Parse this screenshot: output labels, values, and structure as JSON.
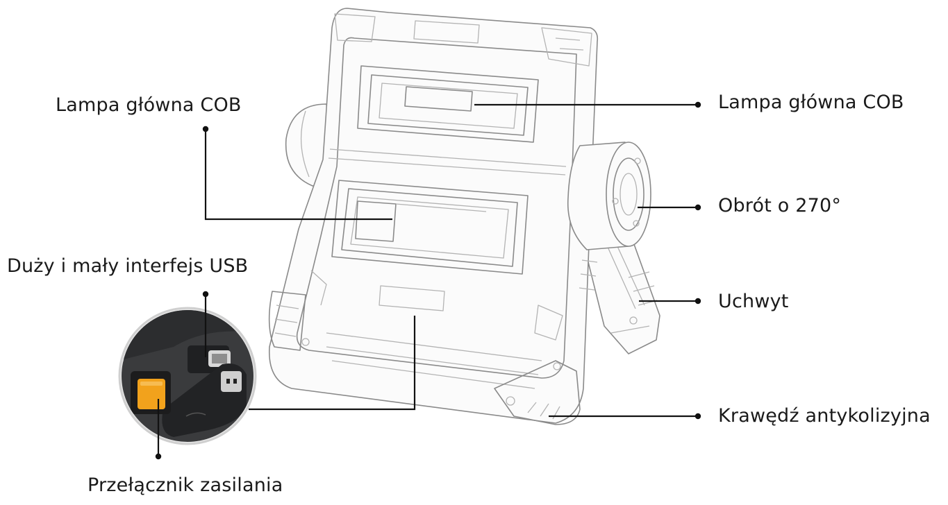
{
  "callouts": {
    "cob_left": "Lampa główna COB",
    "cob_right": "Lampa główna COB",
    "rotation": "Obrót o 270°",
    "usb": "Duży i mały interfejs USB",
    "handle": "Uchwyt",
    "power_switch": "Przełącznik zasilania",
    "bumper": "Krawędź antykolizyjna"
  },
  "colors": {
    "switch_orange": "#f2a21c",
    "inset_dark": "#3a3b3d",
    "line": "#111111",
    "outline": "#8a8a8a"
  }
}
